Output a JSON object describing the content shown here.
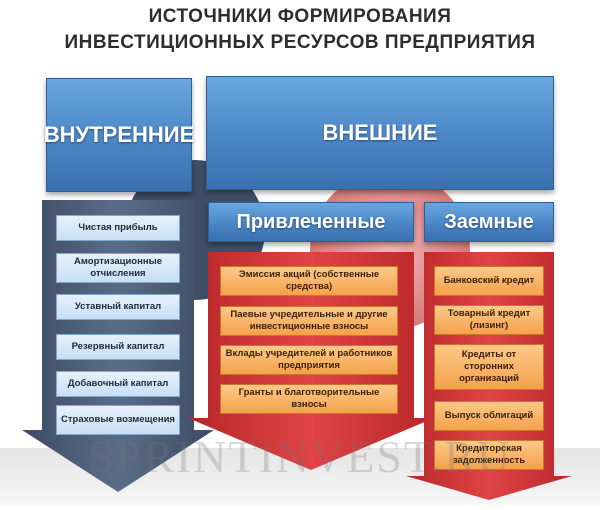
{
  "title": {
    "line1": "Источники формирования",
    "line2": "инвестиционных ресурсов предприятия"
  },
  "internal": {
    "label": "ВНУТРЕННИЕ",
    "items": [
      "Чистая прибыль",
      "Амортизационные отчисления",
      "Уставный капитал",
      "Резервный капитал",
      "Добавочный капитал",
      "Страховые возмещения"
    ]
  },
  "external": {
    "label": "ВНЕШНИЕ"
  },
  "attracted": {
    "label": "Привлеченные",
    "items": [
      "Эмиссия акций (собственные средства)",
      "Паевые учредительные и другие инвестиционные взносы",
      "Вклады учредителей и работников предприятия",
      "Гранты и благотворительные взносы"
    ]
  },
  "borrowed": {
    "label": "Заемные",
    "items": [
      "Банковский кредит",
      "Товарный кредит (лизинг)",
      "Кредиты от сторонних организаций",
      "Выпуск облигаций",
      "Кредиторская задолженность"
    ]
  },
  "watermark": "SPRINTINVEST.RU",
  "colors": {
    "header_blue": "#4a86c6",
    "column_dark": "#4a5d78",
    "column_red": "#d9383a",
    "item_blue": "#d6e7f7",
    "item_orange": "#f7b060"
  }
}
